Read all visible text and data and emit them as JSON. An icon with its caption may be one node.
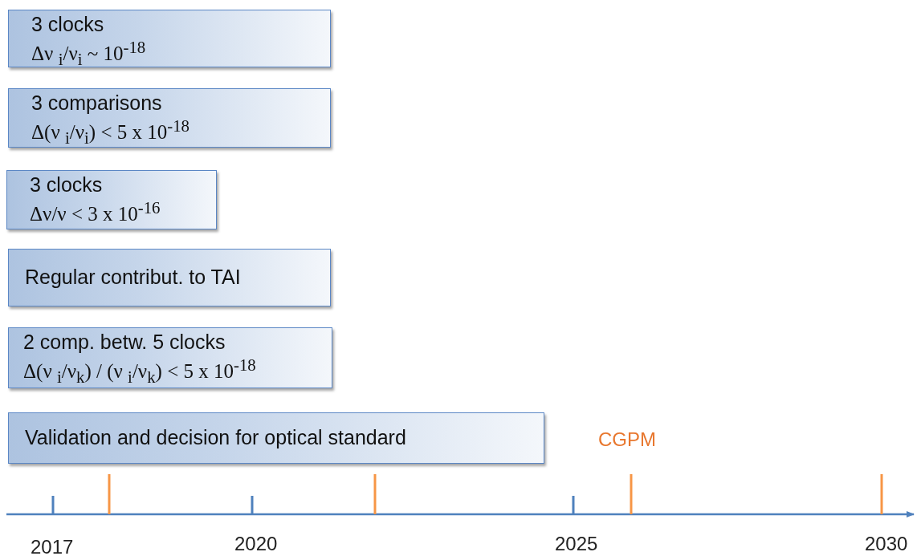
{
  "diagram": {
    "nodes": [
      {
        "text": [
          "3 clocks",
          "Δν $_{i}$/ν$_{i}$ ~ 10$^{-18}$"
        ]
      },
      {
        "text": [
          "3 comparisons",
          "Δ(ν $_{i}$/ν$_{i}$) < 5 x 10$^{-18}$"
        ]
      },
      {
        "text": [
          "3 clocks",
          "Δν/ν < 3 x 10$^{-16}$"
        ]
      },
      {
        "text": [
          "Regular contribut. to TAI"
        ]
      },
      {
        "text": [
          "2 comp. betw. 5 clocks",
          "Δ(ν $_{i}$/ν$_{k}$) / (ν $_{i}$/ν$_{k}$) < 5 x 10$^{-18}$"
        ]
      },
      {
        "text": [
          "Validation and decision for optical standard"
        ]
      }
    ],
    "labels": [
      "CGPM",
      "2017",
      "2020",
      "2025",
      "2030"
    ]
  }
}
